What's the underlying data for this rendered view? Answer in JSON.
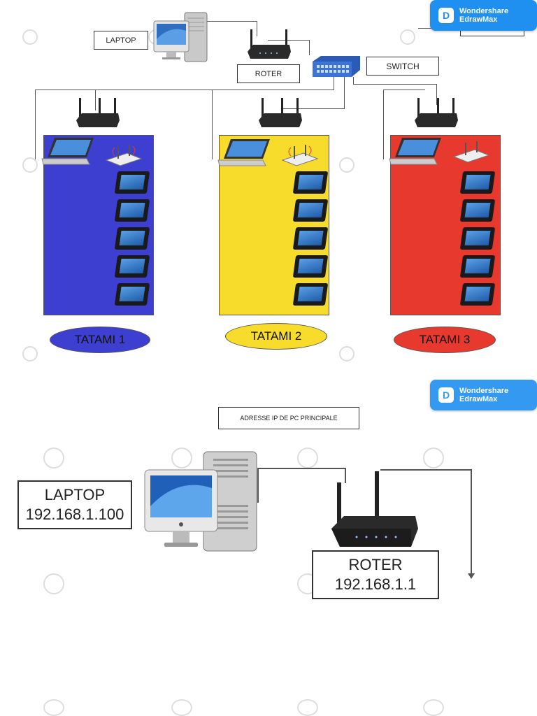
{
  "top": {
    "labels": {
      "laptop": "LAPTOP",
      "router": "ROTER",
      "switch": "SWITCH"
    },
    "tatami": [
      {
        "name": "TATAMI 1",
        "panel_color": "#3c3fd0",
        "ellipse_color": "#3c3fd0"
      },
      {
        "name": "TATAMI 2",
        "panel_color": "#f8dc2b",
        "ellipse_color": "#f8dc2b"
      },
      {
        "name": "TATAMI 3",
        "panel_color": "#e8392f",
        "ellipse_color": "#e8392f"
      }
    ],
    "tablets_per_tatami": 5
  },
  "bottom": {
    "ip_title": "ADRESSE IP DE PC PRINCIPALE",
    "laptop_label": "LAPTOP",
    "laptop_ip": "192.168.1.100",
    "router_label": "ROTER",
    "router_ip": "192.168.1.1"
  },
  "watermark": {
    "line1": "Wondershare",
    "line2": "EdrawMax",
    "color": "#1f8ff0"
  },
  "icons": [
    "desktop-pc-icon",
    "router-icon",
    "switch-icon",
    "laptop-icon",
    "wifi-access-point-icon",
    "tablet-icon",
    "edrawmax-logo-icon"
  ]
}
